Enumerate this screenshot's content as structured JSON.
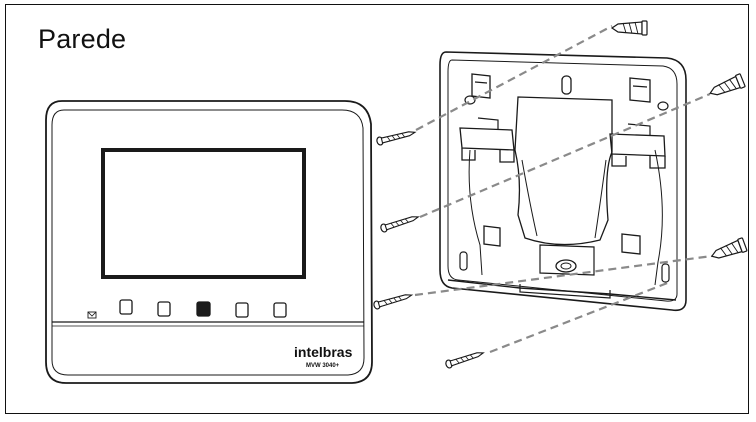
{
  "title": "Parede",
  "device": {
    "brand": "intelbras",
    "model": "MVW 3040+",
    "button_count": 5
  },
  "colors": {
    "line": "#1a1a1a",
    "dash": "#8a8a8a",
    "screen": "#1c1c1c"
  },
  "icons": [
    "envelope-icon",
    "screw-icon",
    "wall-anchor-icon"
  ]
}
